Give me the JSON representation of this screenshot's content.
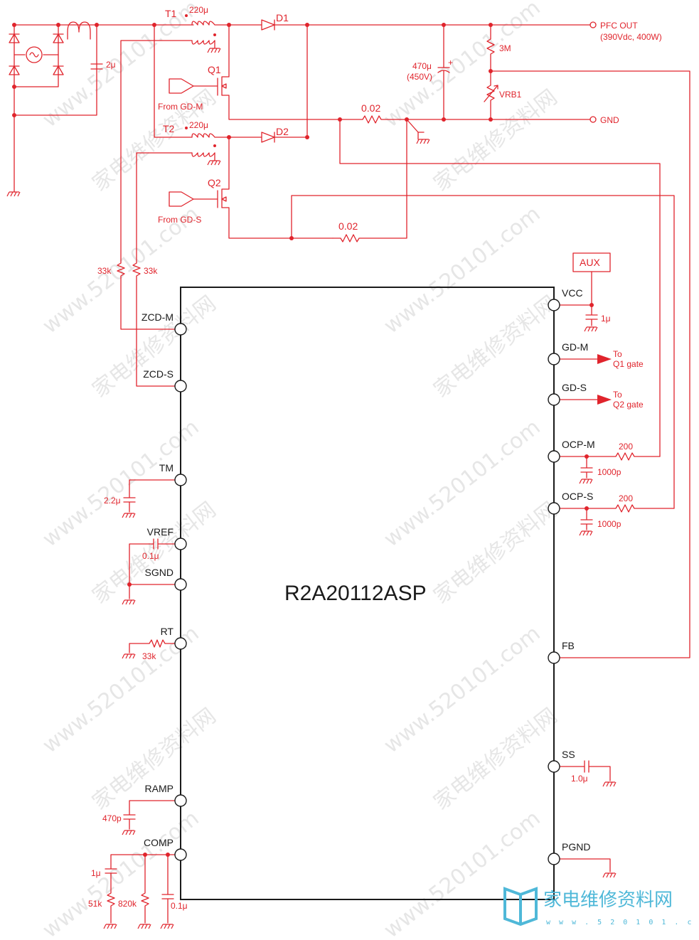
{
  "chip": {
    "name": "R2A20112ASP"
  },
  "pins_left": [
    "ZCD-M",
    "ZCD-S",
    "TM",
    "VREF",
    "SGND",
    "RT",
    "RAMP",
    "COMP"
  ],
  "pins_right": [
    "VCC",
    "GD-M",
    "GD-S",
    "OCP-M",
    "OCP-S",
    "FB",
    "SS",
    "PGND"
  ],
  "power": {
    "t1": "T1",
    "t2": "T2",
    "l1": "220μ",
    "l2": "220μ",
    "d1": "D1",
    "d2": "D2",
    "q1": "Q1",
    "q2": "Q2",
    "from_gdm": "From GD-M",
    "from_gds": "From GD-S",
    "cin": "2μ",
    "rs1": "0.02",
    "rs2": "0.02",
    "cout_val": "470μ",
    "cout_v": "(450V)",
    "cout_plus": "+",
    "r3m": "3M",
    "vrb1": "VRB1",
    "pfc_out": "PFC OUT",
    "pfc_spec": "(390Vdc, 400W)",
    "gnd": "GND",
    "r33k_a": "33k",
    "r33k_b": "33k"
  },
  "right_parts": {
    "aux": "AUX",
    "c_vcc": "1μ",
    "to1": "To",
    "q1gate": "Q1 gate",
    "to2": "To",
    "q2gate": "Q2 gate",
    "r200a": "200",
    "c1000a": "1000p",
    "r200b": "200",
    "c1000b": "1000p",
    "c_ss": "1.0μ"
  },
  "left_parts": {
    "c_tm": "2.2μ",
    "c_vref": "0.1μ",
    "r_rt": "33k",
    "c_ramp": "470p",
    "c_comp1": "1μ",
    "r51k": "51k",
    "r820k": "820k",
    "c_comp2": "0.1μ"
  },
  "watermark": {
    "text": "家电维修资料网",
    "url": "www.520101.com"
  },
  "logo": {
    "text": "家电维修资料网",
    "sub": "w w w . 5 2 0 1 0 1 . c o m"
  },
  "colors": {
    "circuit": "#e0242c",
    "outline": "#1a1a1a",
    "logo": "#4fb8d8"
  }
}
